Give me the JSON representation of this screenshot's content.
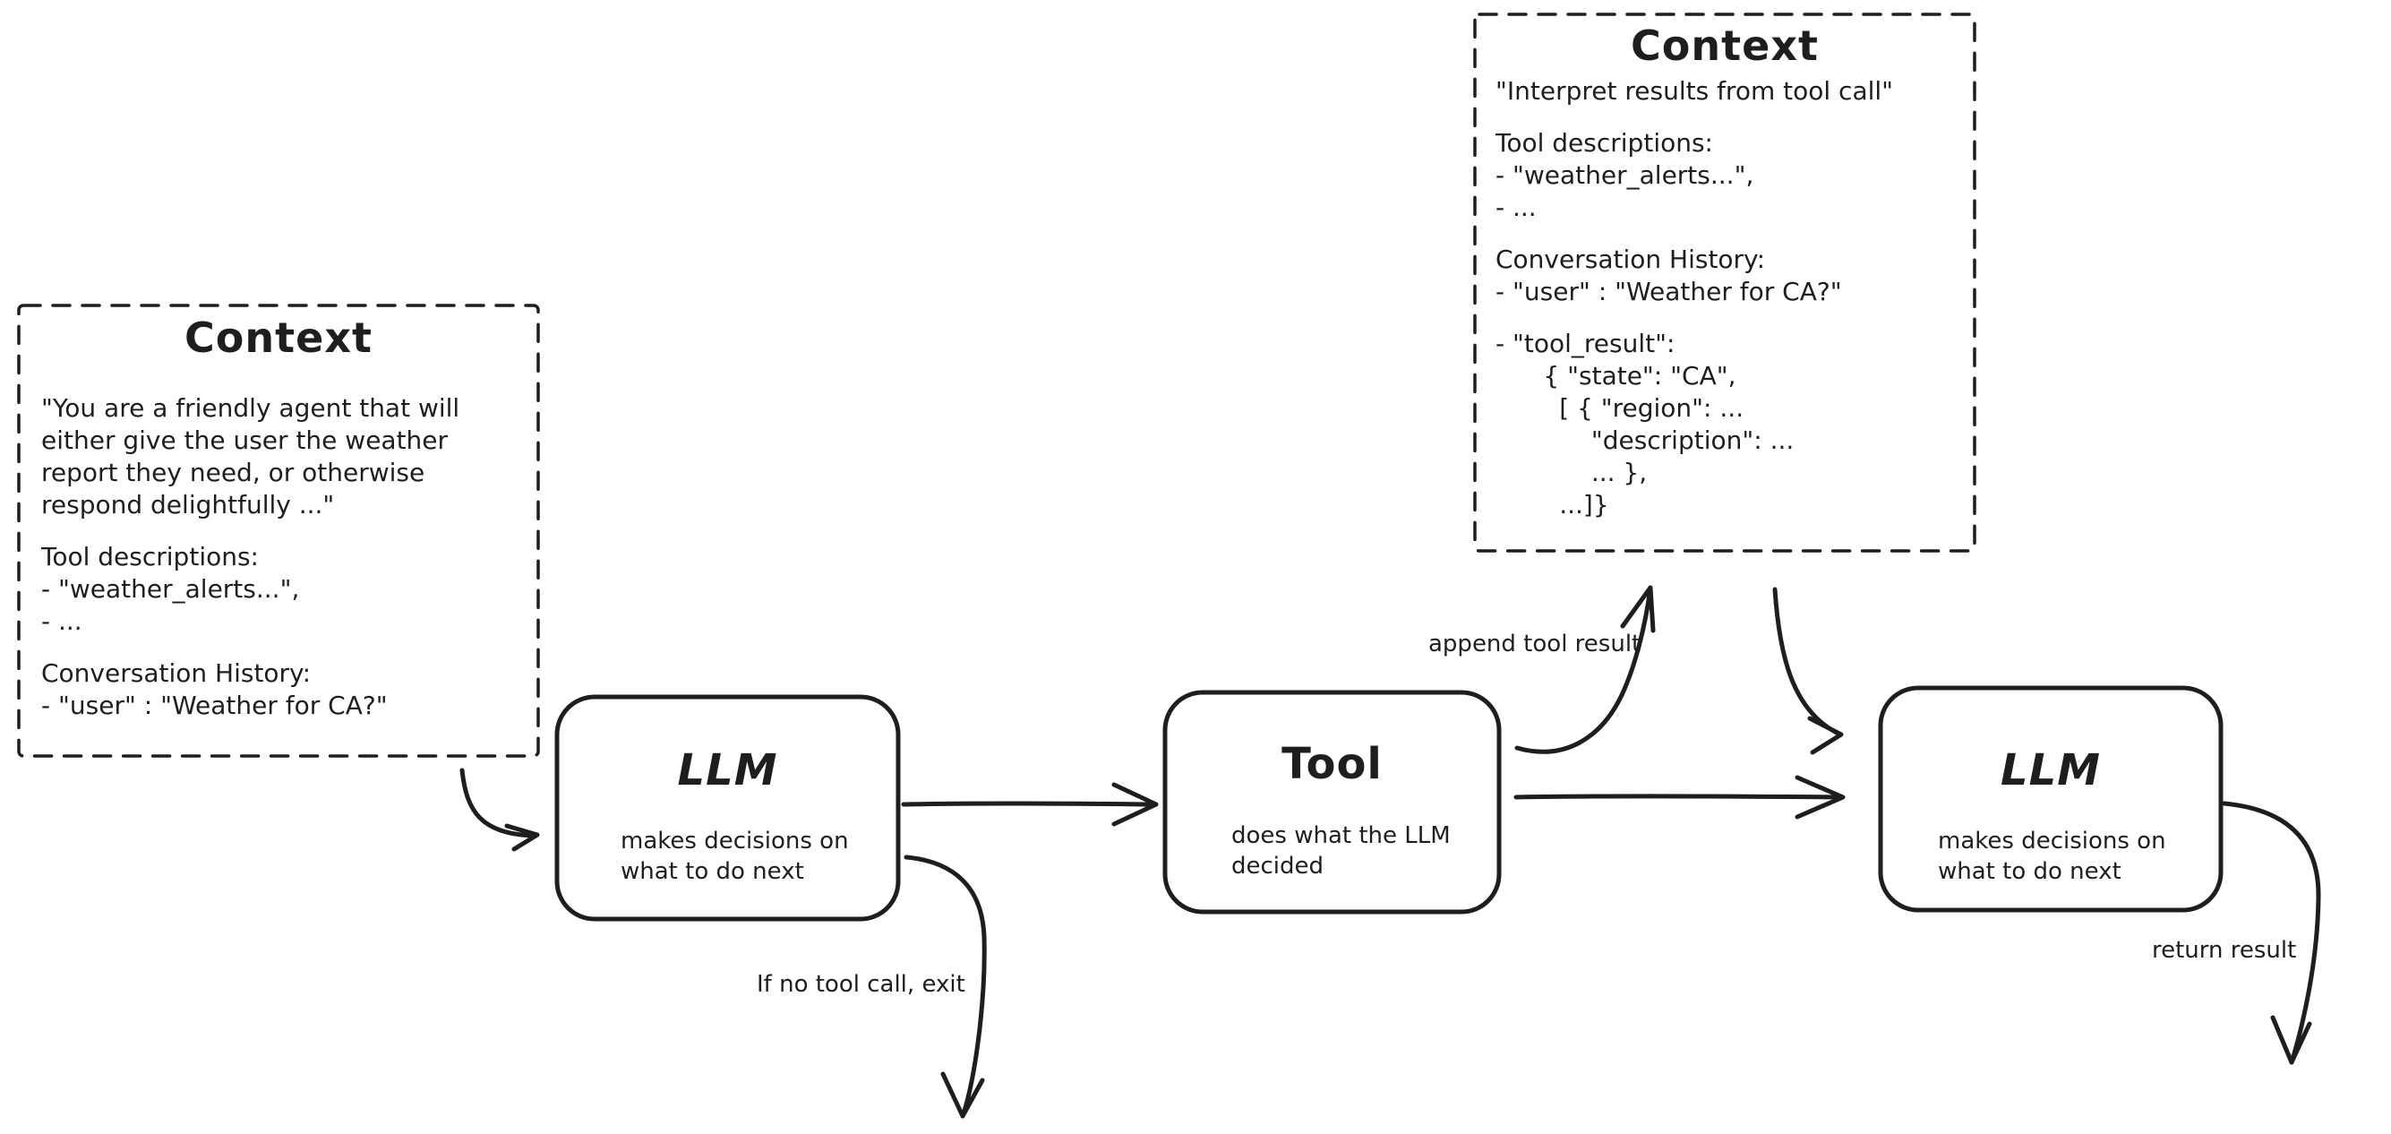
{
  "theme": {
    "ink": "#1e1e1e",
    "background": "#ffffff"
  },
  "boxes": {
    "context_left": {
      "title": "Context",
      "paragraphs": [
        "\"You are a friendly agent that will\neither give the user the weather\nreport they need, or otherwise\nrespond delightfully ...\"",
        "Tool descriptions:\n- \"weather_alerts...\",\n- ...",
        "Conversation History:\n- \"user\" : \"Weather for CA?\""
      ]
    },
    "context_top": {
      "title": "Context",
      "paragraphs": [
        "\"Interpret results from tool call\"",
        "Tool descriptions:\n- \"weather_alerts...\",\n- ...",
        "Conversation History:\n- \"user\" : \"Weather for CA?\"",
        "- \"tool_result\":\n      { \"state\": \"CA\",\n        [ { \"region\": ...\n            \"description\": ...\n            ... },\n        ...]}"
      ]
    },
    "llm_first": {
      "title": "LLM",
      "subtitle": "makes decisions on\nwhat to do next"
    },
    "tool": {
      "title": "Tool",
      "subtitle": "does what the LLM\ndecided"
    },
    "llm_second": {
      "title": "LLM",
      "subtitle": "makes decisions on\nwhat to do next"
    }
  },
  "edge_labels": {
    "append_tool_result": "append tool result",
    "if_no_tool_call_exit": "If no tool call, exit",
    "return_result": "return result"
  }
}
